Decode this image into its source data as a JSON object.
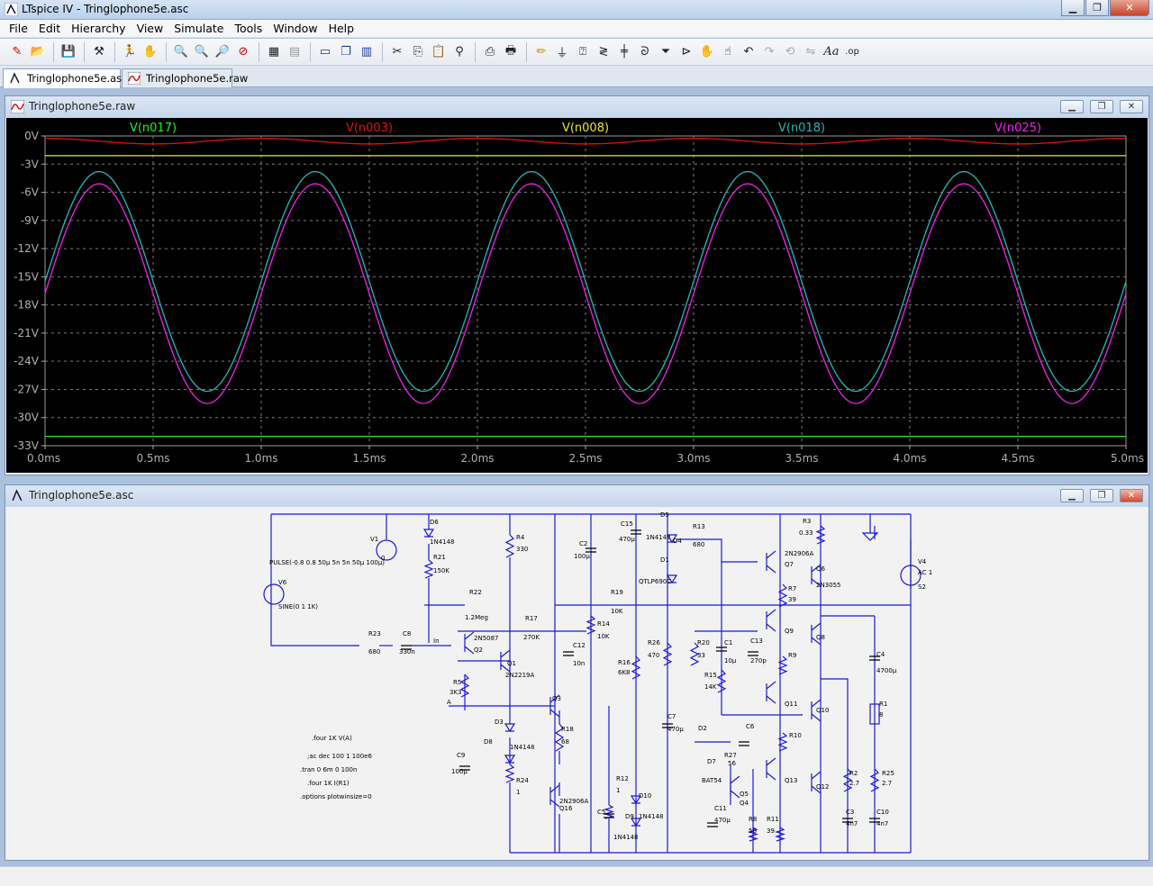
{
  "window": {
    "title": "LTspice IV - Tringlophone5e.asc"
  },
  "menu": [
    "File",
    "Edit",
    "Hierarchy",
    "View",
    "Simulate",
    "Tools",
    "Window",
    "Help"
  ],
  "tabs": [
    {
      "label": "Tringlophone5e.asc",
      "active": true
    },
    {
      "label": "Tringlophone5e.raw",
      "active": false
    }
  ],
  "waveform_window": {
    "title": "Tringlophone5e.raw"
  },
  "schematic_window": {
    "title": "Tringlophone5e.asc"
  },
  "colors": {
    "n017": "#22ee22",
    "n003": "#e01010",
    "n008": "#e8e820",
    "n018": "#22b8b8",
    "n025": "#ee22ee",
    "background": "#000000"
  },
  "chart_data": {
    "type": "line",
    "title": "",
    "xlabel": "",
    "ylabel": "",
    "xlim": [
      0,
      5.0
    ],
    "ylim": [
      -33,
      0
    ],
    "x_ticks": [
      "0.0ms",
      "0.5ms",
      "1.0ms",
      "1.5ms",
      "2.0ms",
      "2.5ms",
      "3.0ms",
      "3.5ms",
      "4.0ms",
      "4.5ms",
      "5.0ms"
    ],
    "y_ticks": [
      "0V",
      "-3V",
      "-6V",
      "-9V",
      "-12V",
      "-15V",
      "-18V",
      "-21V",
      "-24V",
      "-27V",
      "-30V",
      "-33V"
    ],
    "grid": true,
    "legend_position": "top",
    "series": [
      {
        "name": "V(n017)",
        "color": "#22ee22",
        "kind": "const",
        "value": -32.0
      },
      {
        "name": "V(n003)",
        "color": "#e01010",
        "kind": "sine",
        "offset": -0.55,
        "amplitude": 0.3,
        "frequency_khz": 1.0,
        "phase_deg": 90,
        "x": [
          0,
          0.25,
          0.5,
          0.75,
          1.0
        ],
        "y": [
          -0.55,
          -0.25,
          -0.55,
          -0.85,
          -0.55
        ]
      },
      {
        "name": "V(n008)",
        "color": "#e8e820",
        "kind": "const",
        "value": -2.1
      },
      {
        "name": "V(n018)",
        "color": "#22b8b8",
        "kind": "sine",
        "offset": -15.5,
        "amplitude": 11.7,
        "frequency_khz": 1.0,
        "phase_deg": 0,
        "x": [
          0,
          0.25,
          0.5,
          0.75,
          1.0
        ],
        "y": [
          -15.5,
          -3.8,
          -15.5,
          -27.2,
          -15.5
        ]
      },
      {
        "name": "V(n025)",
        "color": "#ee22ee",
        "kind": "sine",
        "offset": -16.8,
        "amplitude": 11.7,
        "frequency_khz": 1.0,
        "phase_deg": 0,
        "x": [
          0,
          0.25,
          0.5,
          0.75,
          1.0
        ],
        "y": [
          -16.8,
          -5.1,
          -16.8,
          -28.5,
          -16.8
        ]
      }
    ]
  },
  "schematic": {
    "directives": [
      ".four 1K V(A)",
      ";ac dec 100 1 100e6",
      ".tran 0 6m 0 100n",
      ".four 1K I(R1)",
      ".options plotwinsize=0"
    ],
    "labels": [
      "D6",
      "1N4148",
      "R21",
      "150K",
      "R4",
      "330",
      "V1",
      "0",
      "PULSE(-0.8 0.8 50µ 5n 5n 50µ 100µ)",
      "V6",
      "SINE(0 1 1K)",
      "R22",
      "1.2Meg",
      "R23",
      "680",
      "C8",
      "330n",
      "In",
      "2N5087",
      "Q2",
      "R17",
      "270K",
      "Q1",
      "2N2219A",
      "R5",
      "3K3",
      "C2",
      "100µ",
      "C12",
      "10n",
      "R14",
      "10K",
      "R19",
      "10K",
      "C15",
      "470µ",
      "D5",
      "1N4148",
      "D4",
      "R13",
      "680",
      "D1",
      "QTLP690C",
      "R3",
      "0.33",
      "2N2906A",
      "Q7",
      "Q6",
      "2N3055",
      "R7",
      "39",
      "Q9",
      "Q8",
      "C13",
      "270p",
      "R9",
      "R26",
      "470",
      "R20",
      "33",
      "C1",
      "10µ",
      "R16",
      "6K8",
      "R15",
      "14K",
      "C4",
      "4700µ",
      "V4",
      "AC 1",
      "S2",
      "A",
      "Q3",
      "D3",
      "D8",
      "R18",
      "68",
      "C9",
      "100µ",
      "R24",
      "1",
      "Q11",
      "Q10",
      "C7",
      "470µ",
      "D2",
      "C6",
      "R10",
      "R27",
      "56",
      "D7",
      "BAT54",
      "R1",
      "8",
      "R2",
      "2.7",
      "R25",
      "Q5",
      "Q4",
      "C11",
      "R8",
      "R11",
      "Q13",
      "Q12",
      "C3",
      "4n7",
      "C10",
      "R12",
      "D10",
      "D9",
      "Q16",
      "C5"
    ]
  }
}
